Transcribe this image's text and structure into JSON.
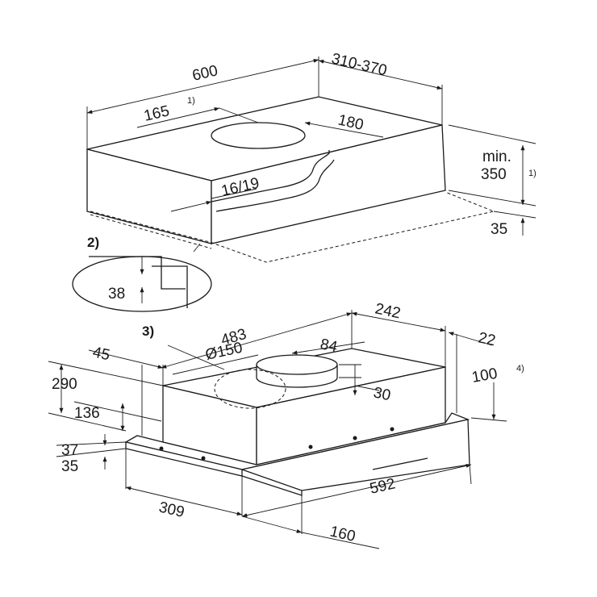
{
  "top_view": {
    "width": "600",
    "depth_range": "310-370",
    "chimney_offset": "165",
    "chimney_offset_note": "1)",
    "chimney_diameter": "180",
    "panel_thickness": "16/19",
    "min_label": "min.",
    "min_height": "350",
    "min_height_note": "1)",
    "lower_gap": "35"
  },
  "detail": {
    "callout": "2)",
    "value": "38"
  },
  "bottom_view": {
    "callout": "3)",
    "body_width": "483",
    "body_depth": "242",
    "front_offset": "22",
    "left_offset": "45",
    "outlet_label": "Ø150",
    "outlet_offset": "84",
    "outlet_drop": "30",
    "total_height": "290",
    "outlet_height": "136",
    "visor_height": "100",
    "visor_note": "4)",
    "dim_37": "37",
    "dim_35": "35",
    "panel_width": "592",
    "depth_309": "309",
    "visor_depth": "160"
  }
}
